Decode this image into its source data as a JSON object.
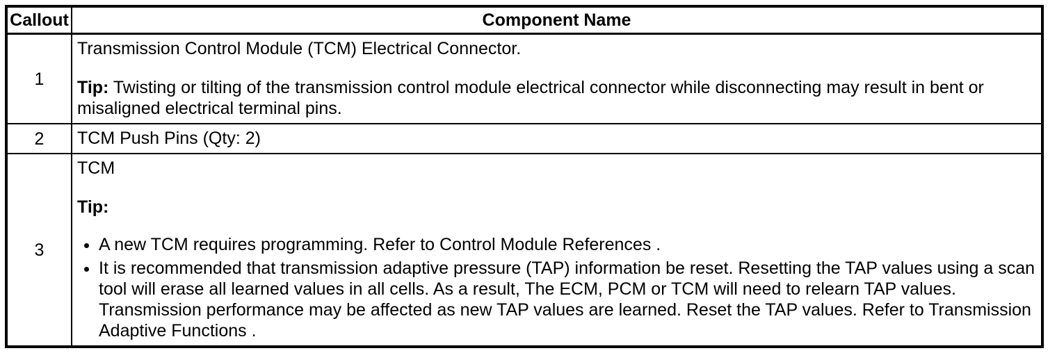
{
  "table": {
    "headers": {
      "callout": "Callout",
      "component": "Component Name"
    },
    "rows": [
      {
        "callout": "1",
        "title": "Transmission Control Module (TCM) Electrical Connector.",
        "tip_label": "Tip:",
        "tip_text": " Twisting or tilting of the transmission control module electrical connector while disconnecting may result in bent or misaligned electrical terminal pins."
      },
      {
        "callout": "2",
        "text": "TCM Push Pins (Qty: 2)"
      },
      {
        "callout": "3",
        "title": "TCM",
        "tip_label": "Tip:",
        "bullets": [
          "A new TCM requires programming. Refer to Control Module References .",
          "It is recommended that transmission adaptive pressure (TAP) information be reset. Resetting the TAP values using a scan tool will erase all learned values in all cells. As a result, The ECM, PCM or TCM will need to relearn TAP values. Transmission performance may be affected as new TAP values are learned. Reset the TAP values. Refer to Transmission Adaptive Functions ."
        ]
      }
    ]
  },
  "colors": {
    "border": "#000000",
    "text": "#000000",
    "background": "#ffffff"
  }
}
